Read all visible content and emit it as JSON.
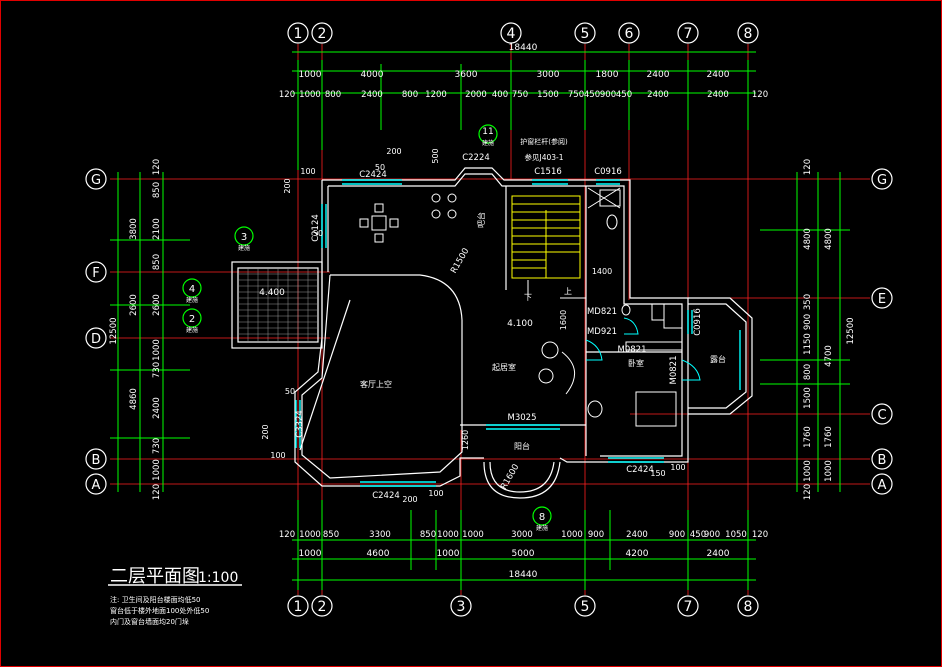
{
  "drawing": {
    "title": "二层平面图",
    "scale": "1:100",
    "notes": [
      "注: 卫生间及阳台楼面均低50",
      "窗台低于楼外地面100处外低50",
      "内门及窗台墙面均20门垛"
    ]
  },
  "axes": {
    "vertical_top": [
      "1",
      "2",
      "4",
      "5",
      "6",
      "7",
      "8"
    ],
    "vertical_bottom": [
      "1",
      "2",
      "3",
      "5",
      "7",
      "8"
    ],
    "horizontal_left": [
      "G",
      "F",
      "D",
      "B",
      "A"
    ],
    "horizontal_right": [
      "G",
      "E",
      "C",
      "B",
      "A"
    ]
  },
  "dimensions": {
    "total": "18440",
    "top_row1": [
      "1000",
      "4000",
      "3600",
      "3000",
      "1800",
      "2400",
      "2400"
    ],
    "top_row2": [
      "120",
      "1000",
      "800",
      "2400",
      "800",
      "1200",
      "2000",
      "400",
      "750",
      "1500",
      "750",
      "450",
      "900",
      "450",
      "2400",
      "2400",
      "120"
    ],
    "bottom_row1": [
      "120",
      "1000",
      "850",
      "3300",
      "850",
      "1000",
      "1000",
      "3000",
      "1000",
      "900",
      "2400",
      "900",
      "450",
      "900",
      "1050",
      "120"
    ],
    "bottom_row2": [
      "1000",
      "4600",
      "1000",
      "5000",
      "4200",
      "2400"
    ],
    "left_col1": [
      "3800",
      "2600",
      "4860"
    ],
    "left_col2": [
      "120",
      "850",
      "2100",
      "850",
      "2600",
      "1000",
      "730",
      "2400",
      "730",
      "1000",
      "120"
    ],
    "left_total": "12500",
    "right_col1": [
      "4800",
      "4700",
      "1760",
      "1000"
    ],
    "right_col2": [
      "120",
      "4800",
      "350",
      "900",
      "1150",
      "800",
      "1500",
      "1760",
      "1000",
      "120"
    ],
    "right_total": "12500"
  },
  "windows": [
    "C2424",
    "C2124",
    "C2224",
    "C1516",
    "C0916",
    "C2424",
    "C3324",
    "C2424",
    "C0916"
  ],
  "doors": [
    "MD821",
    "MD921",
    "M0821",
    "M3025",
    "M0821"
  ],
  "rooms": {
    "atrium": "客厅上空",
    "family_room": "起居室",
    "bedroom": "卧室",
    "bar": "吧台",
    "balcony_bottom": "阳台",
    "balcony_right": "露台",
    "stair_down": "下",
    "stair_up": "上"
  },
  "levels": [
    "4.400",
    "4.100"
  ],
  "annotations": {
    "radius1": "R1500",
    "radius2": "R1600",
    "rail_note": "护窗栏杆(参阅)",
    "rail_ref": "参见J403-1",
    "detail_a": "11",
    "detail_b": "3",
    "detail_c": "4",
    "detail_d": "2",
    "detail_e": "8",
    "detail_sub": "建施",
    "small_dims": [
      "100",
      "200",
      "50",
      "500",
      "50",
      "200",
      "50",
      "200",
      "100",
      "1400",
      "1600",
      "1260",
      "150",
      "100",
      "200",
      "100"
    ]
  },
  "colors": {
    "background": "#000000",
    "wall": "#ffffff",
    "dimension": "#00ff00",
    "axis_line": "#ff0000",
    "window": "#00ffff",
    "stair": "#ffff00",
    "furniture": "#ffffff",
    "frame": "#e00000"
  }
}
